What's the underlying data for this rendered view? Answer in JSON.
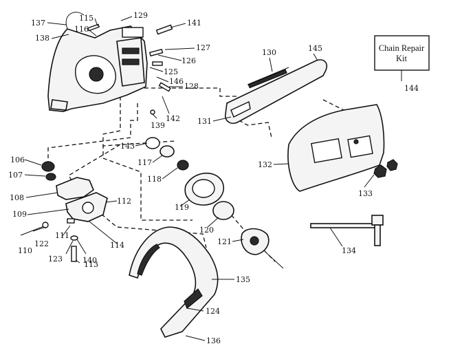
{
  "callouts": [
    "137",
    "115",
    "129",
    "116",
    "138",
    "141",
    "127",
    "126",
    "125",
    "146",
    "128",
    "139",
    "142",
    "130",
    "145",
    "131",
    "144",
    "106",
    "143",
    "117",
    "107",
    "118",
    "108",
    "132",
    "133",
    "112",
    "109",
    "119",
    "120",
    "121",
    "134",
    "110",
    "122",
    "111",
    "114",
    "123",
    "140",
    "113",
    "135",
    "124",
    "136"
  ],
  "kit": {
    "line1": "Chain Repair",
    "line2": "Kit",
    "number": "144"
  }
}
